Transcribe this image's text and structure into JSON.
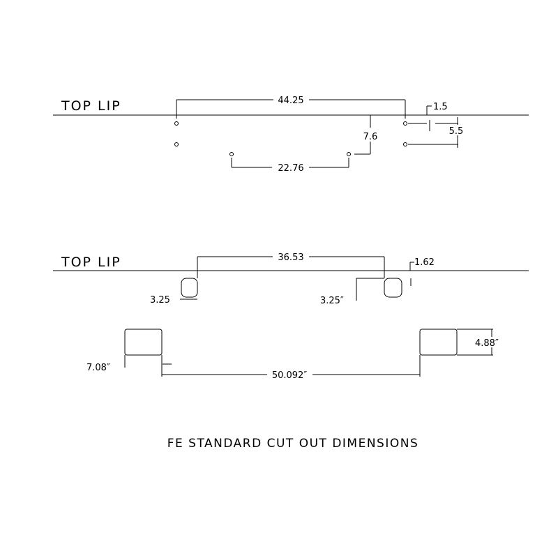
{
  "diagram": {
    "title": "FE STANDARD CUT OUT DIMENSIONS",
    "upper_view": {
      "lip_label": "TOP LIP",
      "dims": {
        "overall_hole_span": "44.25",
        "lip_to_first_hole": "1.5",
        "hole_vertical_spacing": "5.5",
        "lip_to_lower_hole": "7.6",
        "inner_hole_span": "22.76"
      }
    },
    "lower_view": {
      "lip_label": "TOP LIP",
      "dims": {
        "cutout_span": "36.53",
        "lip_to_cutout": "1.62",
        "left_cutout_width": "3.25",
        "right_cutout_width": "3.25″",
        "large_cutout_width": "7.08″",
        "large_cutout_height": "4.88″",
        "large_cutout_gap": "50.092″"
      }
    }
  }
}
